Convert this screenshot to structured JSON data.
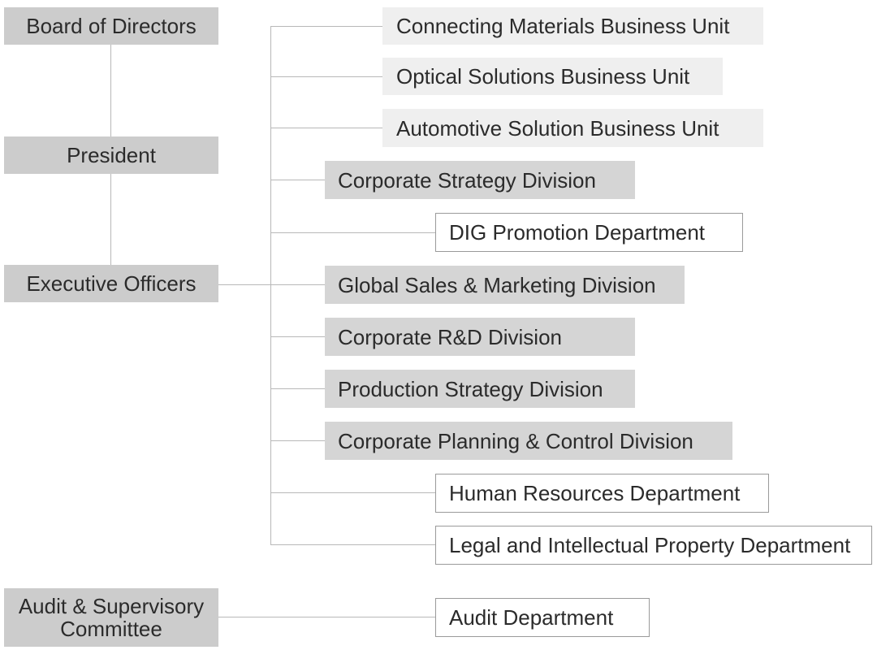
{
  "governance": {
    "board": "Board of Directors",
    "president": "President",
    "executive": "Executive Officers",
    "audit_line1": "Audit & Supervisory",
    "audit_line2": "Committee"
  },
  "units": [
    "Connecting Materials Business Unit",
    "Optical Solutions Business Unit",
    "Automotive Solution Business Unit",
    "Corporate Strategy Division",
    "DIG Promotion Department",
    "Global Sales & Marketing Division",
    "Corporate R&D Division",
    "Production Strategy Division",
    "Corporate Planning & Control Division",
    "Human Resources Department",
    "Legal and Intellectual Property Department"
  ],
  "audit_department": "Audit Department"
}
